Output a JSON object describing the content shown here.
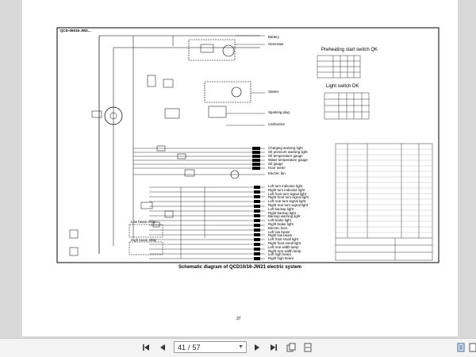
{
  "document": {
    "stamp": "QCD-06016-JW2...",
    "caption": "Schematic diagram of QCD10/16-JW21 electric system",
    "page_number": "37"
  },
  "right_labels": [
    "Battery",
    "Generator",
    "Starter",
    "Sparking plug",
    "Carburetor",
    "Charging warning light",
    "Oil pressure warning light",
    "Oil temperature gauge",
    "Water temperature gauge",
    "Oil gauge",
    "Hour meter",
    "Electric fan",
    "Left turn indicator light",
    "Right turn indicator light",
    "Left front turn signal light",
    "Right front turn signal light",
    "Left rear turn signal light",
    "Right rear turn signal light",
    "Left backup light",
    "Right backup light",
    "Backup warning light",
    "Left brake light",
    "Right brake light",
    "Electric horn",
    "Left low beam",
    "Right low beam",
    "Left front small light",
    "Right front small light",
    "Left rear width lamp",
    "Right rear width lamp",
    "Left high beam",
    "Right high beam"
  ],
  "left_labels": {
    "low_relay": "Low beam relay",
    "high_relay": "High beam relay"
  },
  "switches": {
    "preheat_title": "Preheating start switch QK",
    "light_title": "Light switch DK"
  },
  "viewer": {
    "current_page": "41",
    "separator": "/",
    "total_pages": "57"
  },
  "icons": {
    "first": "first-page-icon",
    "prev": "previous-page-icon",
    "next": "next-page-icon",
    "last": "last-page-icon"
  }
}
